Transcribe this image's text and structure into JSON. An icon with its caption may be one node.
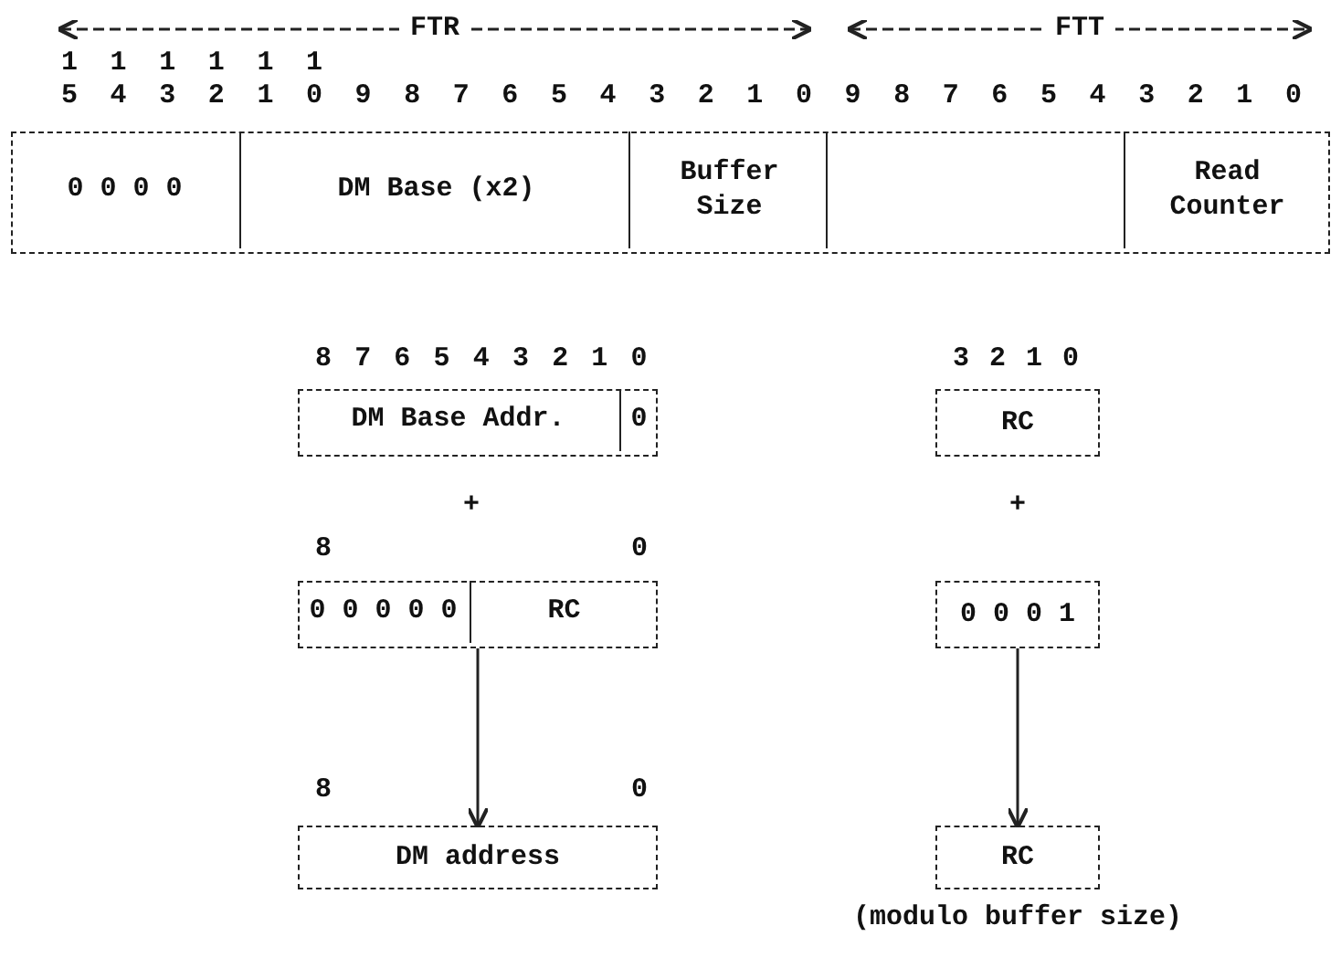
{
  "diagram": {
    "nodes": [
      {
        "text": [],
        "shape": "box"
      },
      {
        "text": [
          "0 0 0 0"
        ],
        "in": 0
      },
      {
        "text": [
          "DM Base (x2)"
        ],
        "in": 0
      },
      {
        "text": [
          "Buffer Size"
        ],
        "in": 0
      },
      {
        "text": [],
        "shape": "box",
        "in": 0
      },
      {
        "text": [
          "Read Counter"
        ],
        "in": 0
      },
      {
        "text": [],
        "shape": "box"
      },
      {
        "text": [
          "DM Base Addr."
        ],
        "in": 6
      },
      {
        "text": [
          "0"
        ],
        "in": 6
      },
      {
        "text": [
          "RC"
        ]
      },
      {
        "text": [],
        "shape": "box"
      },
      {
        "text": [
          "0 0 0 0 0"
        ],
        "in": 10
      },
      {
        "text": [
          "RC"
        ],
        "in": 10
      },
      {
        "text": [
          "0 0 0 1"
        ]
      },
      {
        "text": [
          "DM address"
        ]
      },
      {
        "text": [
          "RC"
        ]
      }
    ],
    "edges": [
      {
        "from": 10,
        "to": 14,
        "arrow": "to"
      },
      {
        "from": 13,
        "to": 15,
        "arrow": "to"
      }
    ],
    "labels": [
      "FTR",
      "FTT",
      "15",
      "14",
      "13",
      "12",
      "11",
      "10",
      "9",
      "8",
      "7",
      "6",
      "5",
      "4",
      "3",
      "2",
      "1",
      "0",
      "9",
      "8",
      "7",
      "6",
      "5",
      "4",
      "3",
      "2",
      "1",
      "0",
      "8",
      "7",
      "6",
      "5",
      "4",
      "3",
      "2",
      "1",
      "0",
      "3",
      "2",
      "1",
      "0",
      "+",
      "+",
      "8",
      "0",
      "8",
      "0",
      "(modulo buffer size)"
    ]
  }
}
